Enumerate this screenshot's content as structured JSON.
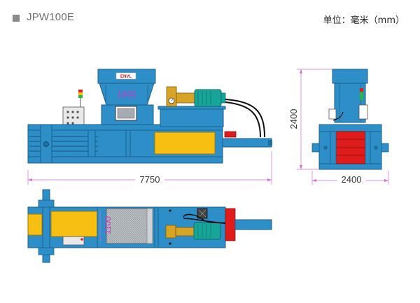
{
  "header": {
    "model": "JPW100E",
    "unit_label": "单位：毫米（mm）"
  },
  "dimensions": {
    "length": "7750",
    "height": "2400",
    "width": "2400",
    "chamber_width": "1100",
    "feed_opening": "1600"
  },
  "brand": "ENVL",
  "colors": {
    "frame_blue": "#2e8fc8",
    "frame_dark": "#1f6fa3",
    "yellow": "#f7bf12",
    "red": "#e01b1b",
    "motor_teal": "#17a59a",
    "pump_gold": "#d7a425",
    "dim_line": "#d16fd1"
  }
}
